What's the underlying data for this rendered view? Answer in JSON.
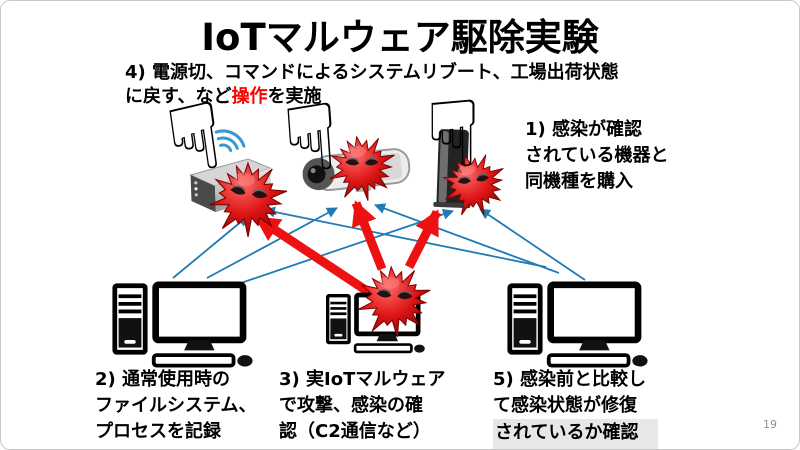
{
  "slide": {
    "title": "IoTマルウェア駆除実験",
    "page_number": "19"
  },
  "steps": {
    "step4": {
      "line1": "4) 電源切、コマンドによるシステムリブート、工場出荷状態",
      "line2_pre": "に戻す、など",
      "line2_em": "操作",
      "line2_post": "を実施"
    },
    "step1": {
      "lines": [
        "1) 感染が確認",
        "されている機器と",
        "同機種を購入"
      ]
    },
    "step2": {
      "lines": [
        "2) 通常使用時の",
        "ファイルシステム、",
        "プロセスを記録"
      ]
    },
    "step3": {
      "lines": [
        "3) 実IoTマルウェア",
        "で攻撃、感染の確",
        "認（C2通信など）"
      ]
    },
    "step5": {
      "lines": [
        "5) 感染前と比較し",
        "て感染状態が修復",
        "されているか確認"
      ]
    }
  },
  "icons": {
    "pointing_hand": "☟",
    "virus": "malware-virus-ball",
    "wifi": "wifi-signal",
    "devices": [
      "router",
      "security-camera",
      "set-top-box"
    ],
    "computers": [
      "desktop-pc-left",
      "desktop-pc-center",
      "desktop-pc-right"
    ]
  },
  "colors": {
    "emphasis_red": "#ff0000",
    "attack_arrow_red": "#ee1111",
    "observe_arrow_blue": "#1f7ab5",
    "virus_red": "#d31212",
    "wifi_blue": "#3b97d3",
    "highlight_gray": "#e7e7e7",
    "page_number_gray": "#909090"
  }
}
